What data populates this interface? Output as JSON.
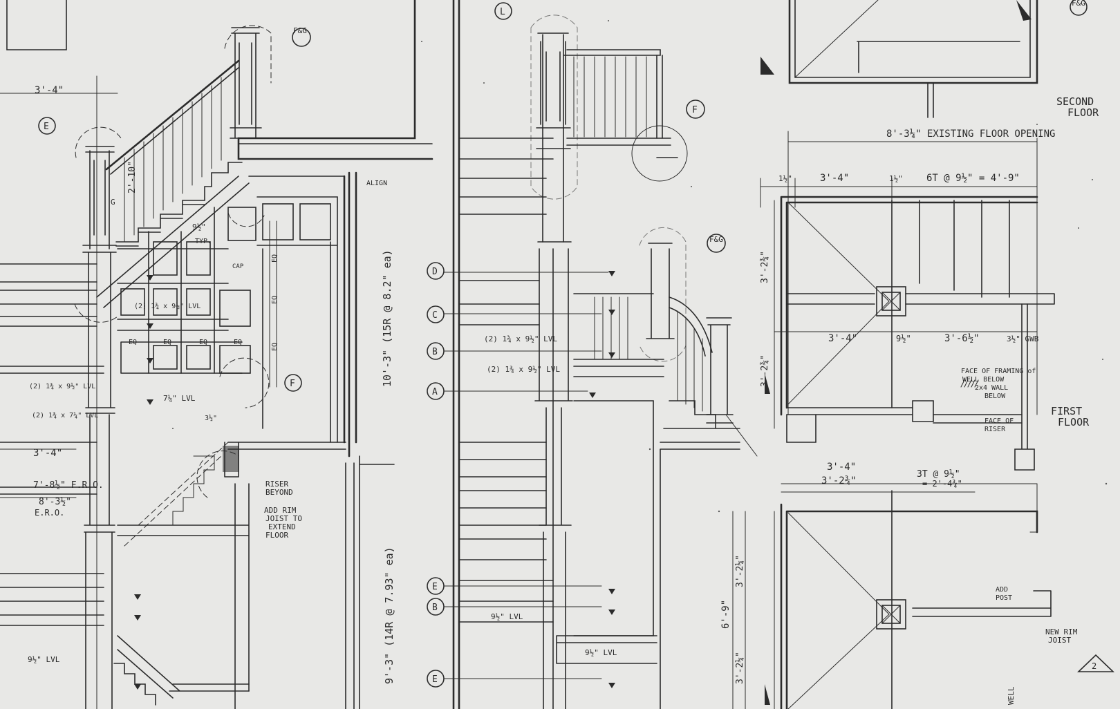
{
  "bubbles": {
    "b1": "E",
    "b2": "L",
    "b3": "F",
    "b4": "F&G",
    "b5": "D",
    "b6": "C",
    "b7": "B",
    "b8": "A",
    "b9": "E",
    "b10": "B",
    "b11": "E",
    "b12": "F&G",
    "b13": "F&G",
    "b14": "F",
    "b15": "2"
  },
  "left": {
    "dim_34_top": "3'-4\"",
    "typ": "TYP.",
    "g_mark": "G",
    "h_210": "2'-10\"",
    "nine_half": "9½\"",
    "cap": "CAP",
    "eq1": "EQ",
    "eq2": "EQ",
    "eq3": "EQ",
    "eq4": "EQ",
    "eqv1": "EQ",
    "eqv2": "EQ",
    "eqv3": "EQ",
    "lvl_2_134x912": "(2) 1¾ x 9½\" LVL",
    "lvl_2_134x912_b": "(2) 1¾ x 9½\" LVL",
    "lvl_2_134x714": "(2) 1¾ x 7¼\" LVL",
    "lvl_714": "7¼\" LVL",
    "three_half": "3½\"",
    "dim_34_mid": "3'-4\"",
    "fro_783": "7'-8½\" F.R.O.",
    "ero_812": "8'-3½\"",
    "ero": "E.R.O.",
    "lvl_912_low": "9½\" LVL",
    "riser_beyond_1": "RISER",
    "riser_beyond_2": "BEYOND",
    "add_rim_1": "ADD RIM",
    "add_rim_2": "JOIST TO",
    "add_rim_3": "EXTEND",
    "add_rim_4": "FLOOR",
    "align": "ALIGN",
    "vert_103": "10'-3\" (15R @ 8.2\" ea)",
    "vert_93": "9'-3\" (14R @ 7.93\" ea)"
  },
  "middle": {
    "lvl_1": "(2) 1¾ x 9½\" LVL",
    "lvl_2": "(2) 1¾ x 9½\" LVL",
    "lvl_3": "9½\" LVL",
    "lvl_4": "9½\" LVL"
  },
  "right": {
    "second_floor_1": "SECOND",
    "second_floor_2": "FLOOR",
    "existing_opening": "8'-3¼\" EXISTING FLOOR OPENING",
    "dim_34_a": "3'-4\"",
    "dim_112_a": "1½\"",
    "dim_112_b": "1½\"",
    "dim_6t": "6T @ 9½\" = 4'-9\"",
    "dim_324": "3'-2¾\"",
    "dim_324_b": "3'-2¾\"",
    "dim_34_b": "3'-4\"",
    "dim_912": "9½\"",
    "dim_3612": "3'-6½\"",
    "dim_gwb": "3½\" GWB",
    "face_framing_1": "FACE OF FRAMING of",
    "face_framing_2": "WELL BELOW",
    "face_framing_3": "2x4 WALL",
    "face_framing_4": "BELOW",
    "face_riser_1": "FACE OF",
    "face_riser_2": "RISER",
    "first_floor_1": "FIRST",
    "first_floor_2": "FLOOR",
    "dim_34_c": "3'-4\"",
    "dim_3234": "3'-2¾\"",
    "dim_3t": "3T @ 9½\"",
    "dim_243": "= 2'-4¾\"",
    "dim_69": "6'-9\"",
    "dim_3214": "3'-2¼\"",
    "dim_3214_b": "3'-2¼\"",
    "add_post_1": "ADD",
    "add_post_2": "POST",
    "new_rim_1": "NEW RIM",
    "new_rim_2": "JOIST",
    "well": "WELL"
  }
}
